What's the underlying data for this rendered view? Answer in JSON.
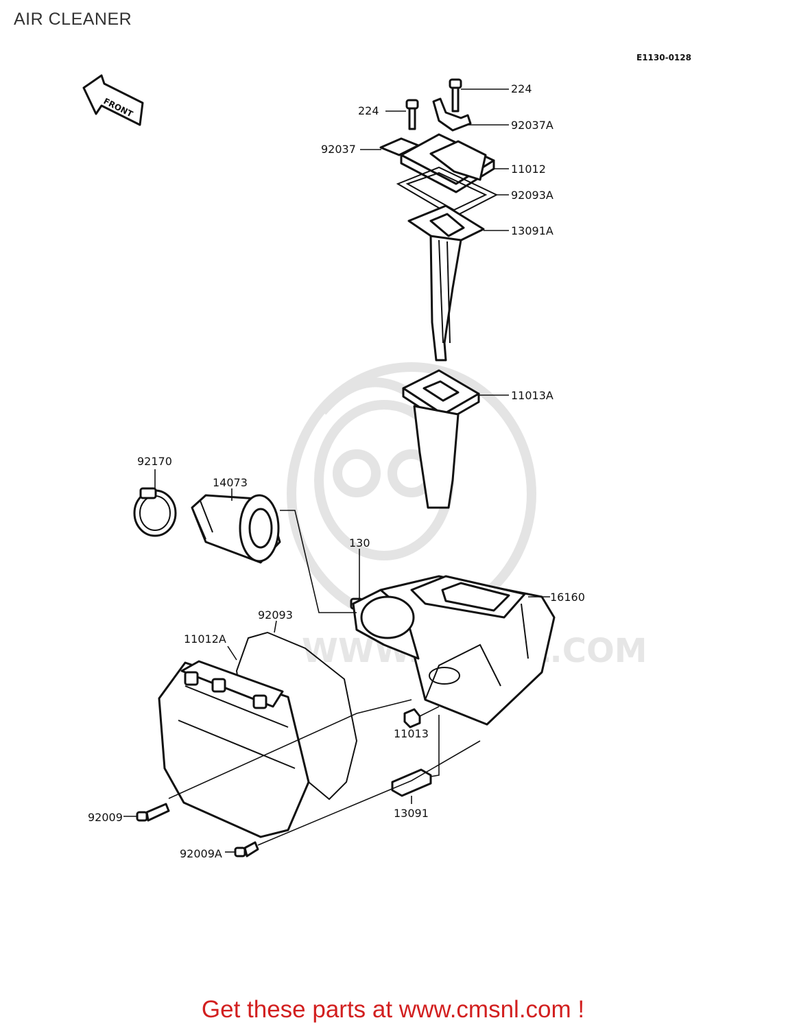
{
  "page": {
    "title": "AIR CLEANER",
    "diagram_code": "E1130-0128",
    "direction_label": "FRONT",
    "footer": "Get these parts at www.cmsnl.com !",
    "watermark_text": "WWW.CMSNL.COM"
  },
  "colors": {
    "footer": "#d21f1f",
    "lines": "#111111",
    "watermark": "#e4e4e4"
  },
  "parts": [
    {
      "id": "224_top",
      "number": "224"
    },
    {
      "id": "224_left",
      "number": "224"
    },
    {
      "id": "92037A",
      "number": "92037A"
    },
    {
      "id": "92037",
      "number": "92037"
    },
    {
      "id": "11012",
      "number": "11012"
    },
    {
      "id": "92093A",
      "number": "92093A"
    },
    {
      "id": "13091A",
      "number": "13091A"
    },
    {
      "id": "11013A",
      "number": "11013A"
    },
    {
      "id": "92170",
      "number": "92170"
    },
    {
      "id": "14073",
      "number": "14073"
    },
    {
      "id": "130",
      "number": "130"
    },
    {
      "id": "16160",
      "number": "16160"
    },
    {
      "id": "92093",
      "number": "92093"
    },
    {
      "id": "11012A",
      "number": "11012A"
    },
    {
      "id": "11013",
      "number": "11013"
    },
    {
      "id": "13091",
      "number": "13091"
    },
    {
      "id": "92009",
      "number": "92009"
    },
    {
      "id": "92009A",
      "number": "92009A"
    }
  ]
}
